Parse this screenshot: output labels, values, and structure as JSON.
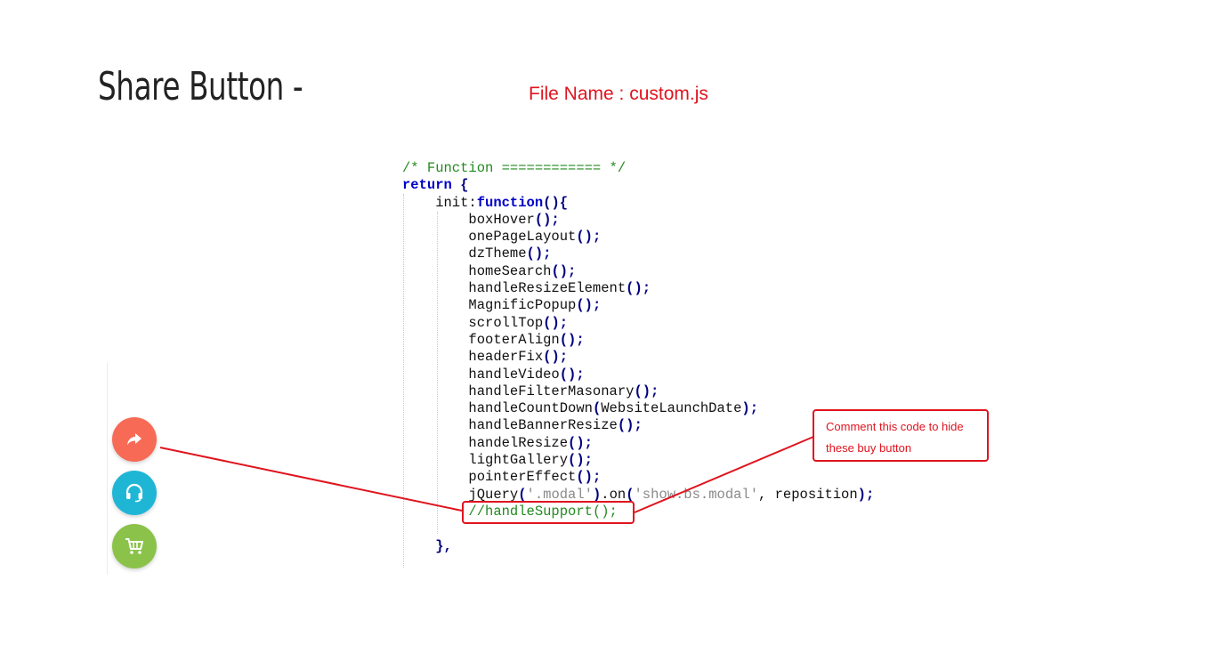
{
  "header": {
    "title": "Share Button -",
    "file_label": "File Name : custom.js"
  },
  "code": {
    "lines": [
      "/* Function ============ */",
      "return {",
      "    init:function(){",
      "        boxHover();",
      "        onePageLayout();",
      "        dzTheme();",
      "        homeSearch();",
      "        handleResizeElement();",
      "        MagnificPopup();",
      "        scrollTop();",
      "        footerAlign();",
      "        headerFix();",
      "        handleVideo();",
      "        handleFilterMasonary();",
      "        handleCountDown(WebsiteLaunchDate);",
      "        handleBannerResize();",
      "        handelResize();",
      "        lightGallery();",
      "        pointerEffect();",
      "        jQuery('.modal').on('show.bs.modal', reposition);",
      "        //handleSupport();",
      "",
      "    },"
    ]
  },
  "callout": {
    "line1": "Comment this code to hide",
    "line2": "these buy button"
  },
  "floating_buttons": [
    {
      "icon": "share-icon",
      "color": "#f76a55"
    },
    {
      "icon": "headset-icon",
      "color": "#1fb6d6"
    },
    {
      "icon": "cart-icon",
      "color": "#8bc34a"
    }
  ],
  "colors": {
    "annotation": "#e0141e",
    "comment": "#238a1f",
    "keyword": "#0000c8"
  }
}
